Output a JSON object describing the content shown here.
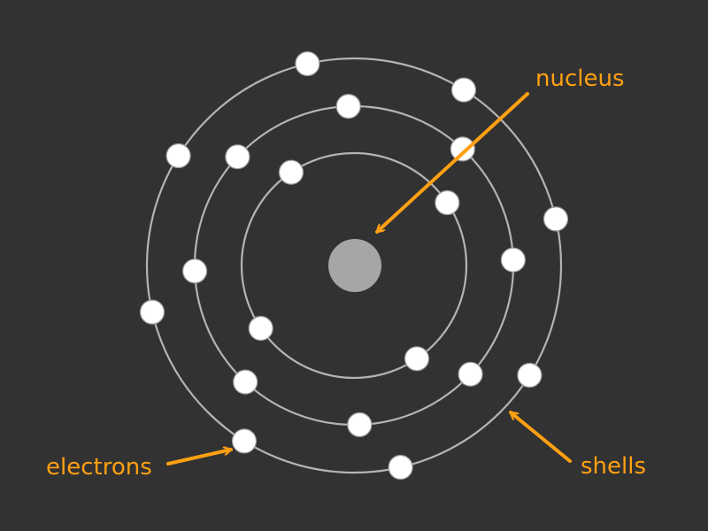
{
  "labels": {
    "nucleus": "nucleus",
    "electrons": "electrons",
    "shells": "shells"
  },
  "colors": {
    "background": "#323232",
    "shell": "#b4b4b4",
    "nucleus": "#a6a6a6",
    "electron": "#ffffff",
    "electron_outline": "#9a9a9a",
    "label": "#ffa012"
  },
  "shells": [
    {
      "electrons": 4
    },
    {
      "electrons": 8
    },
    {
      "electrons": 8
    }
  ]
}
